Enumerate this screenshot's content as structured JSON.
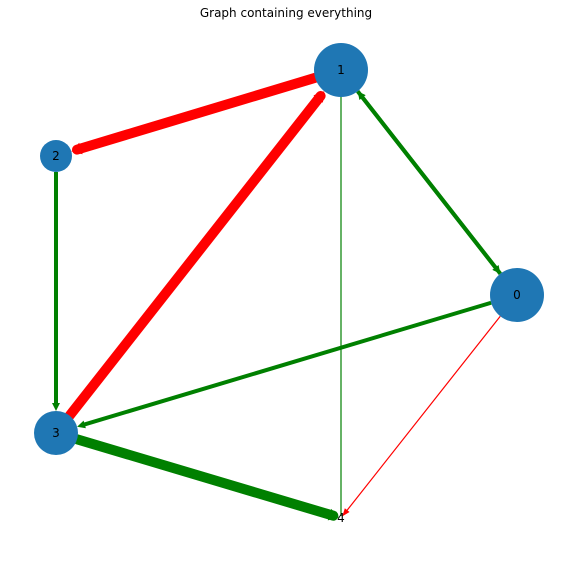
{
  "title": "Graph containing everything",
  "colors": {
    "node": "#1f77b4",
    "green": "#008000",
    "red": "#ff0000"
  },
  "graph": {
    "nodes": [
      {
        "id": "0",
        "label": "0",
        "size": "large"
      },
      {
        "id": "1",
        "label": "1",
        "size": "large"
      },
      {
        "id": "2",
        "label": "2",
        "size": "small"
      },
      {
        "id": "3",
        "label": "3",
        "size": "medium"
      },
      {
        "id": "4",
        "label": "4",
        "size": "none"
      }
    ],
    "edges": [
      {
        "source": "1",
        "target": "2",
        "color": "red",
        "weight": "heavy",
        "directed": true
      },
      {
        "source": "3",
        "target": "1",
        "color": "red",
        "weight": "heavy",
        "directed": true
      },
      {
        "source": "1",
        "target": "0",
        "color": "green",
        "weight": "medium",
        "directed": true
      },
      {
        "source": "0",
        "target": "1",
        "color": "green",
        "weight": "medium",
        "directed": true
      },
      {
        "source": "2",
        "target": "3",
        "color": "green",
        "weight": "medium",
        "directed": true
      },
      {
        "source": "0",
        "target": "3",
        "color": "green",
        "weight": "medium",
        "directed": true
      },
      {
        "source": "3",
        "target": "4",
        "color": "green",
        "weight": "heavy",
        "directed": true
      },
      {
        "source": "1",
        "target": "4",
        "color": "green",
        "weight": "thin",
        "directed": false
      },
      {
        "source": "0",
        "target": "4",
        "color": "red",
        "weight": "thin",
        "directed": true
      }
    ]
  }
}
